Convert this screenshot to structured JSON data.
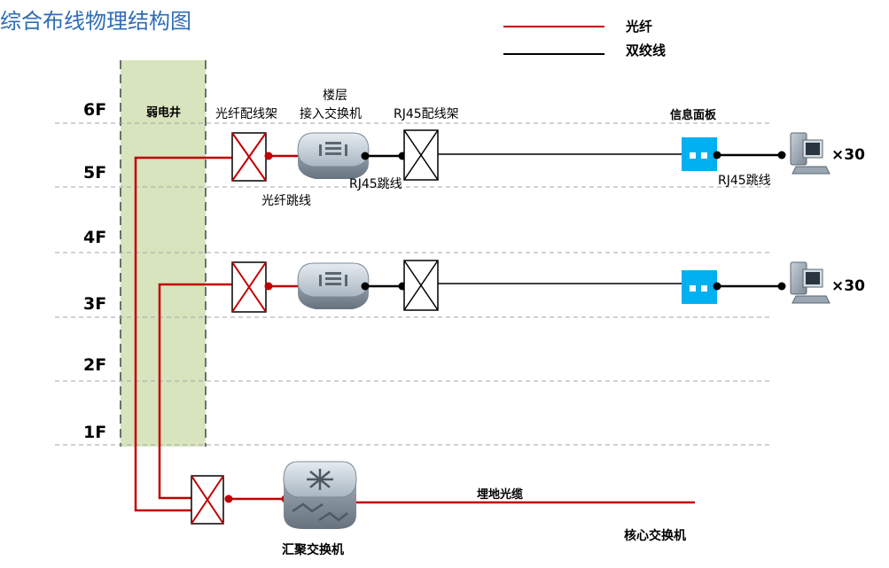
{
  "title": "综合布线物理结构图",
  "legend": {
    "fiber_label": "光纤",
    "twisted_label": "双绞线"
  },
  "floors": [
    "6F",
    "5F",
    "4F",
    "3F",
    "2F",
    "1F"
  ],
  "shaft_label": "弱电井",
  "labels": {
    "fiber_patch_panel": "光纤配线架",
    "floor_switch_line1": "楼层",
    "floor_switch_line2": "接入交换机",
    "rj45_patch_panel": "RJ45配线架",
    "info_panel": "信息面板",
    "fiber_jumper": "光纤跳线",
    "rj45_jumper_a": "RJ45跳线",
    "rj45_jumper_b": "RJ45跳线",
    "pc_count_5f": "×30",
    "pc_count_3f": "×30",
    "buried_cable": "埋地光缆",
    "aggregation_switch": "汇聚交换机",
    "core_switch": "核心交换机"
  },
  "colors": {
    "title": "#2e6db6",
    "fiber": "#c00000",
    "twisted": "#000000",
    "shaft": "#d7e4bd",
    "panel": "#00b0f0",
    "floor_line": "#a6a6a6",
    "device": "#8d9aa6"
  },
  "icons": {
    "patch_panel": "cross-box-icon",
    "switch": "layer2-switch-icon",
    "agg_switch": "layer3-switch-icon",
    "info_panel": "wall-outlet-icon",
    "computer": "computer-icon"
  }
}
